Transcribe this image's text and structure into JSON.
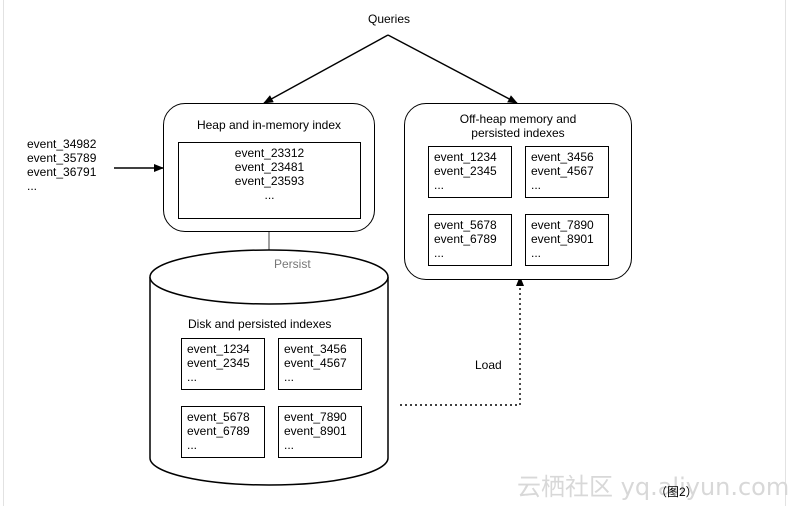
{
  "queries_label": "Queries",
  "incoming_events": [
    "event_34982",
    "event_35789",
    "event_36791",
    "..."
  ],
  "heap": {
    "title": "Heap and in-memory index",
    "events": [
      "event_23312",
      "event_23481",
      "event_23593",
      "..."
    ]
  },
  "offheap": {
    "title_lines": [
      "Off-heap memory and",
      "persisted indexes"
    ],
    "segments": [
      [
        "event_1234",
        "event_2345",
        "..."
      ],
      [
        "event_3456",
        "event_4567",
        "..."
      ],
      [
        "event_5678",
        "event_6789",
        "..."
      ],
      [
        "event_7890",
        "event_8901",
        "..."
      ]
    ]
  },
  "disk": {
    "title": "Disk and persisted indexes",
    "segments": [
      [
        "event_1234",
        "event_2345",
        "..."
      ],
      [
        "event_3456",
        "event_4567",
        "..."
      ],
      [
        "event_5678",
        "event_6789",
        "..."
      ],
      [
        "event_7890",
        "event_8901",
        "..."
      ]
    ]
  },
  "persist_label": "Persist",
  "load_label": "Load",
  "caption": "（图2）",
  "watermark": "云栖社区 yq.aliyun.com"
}
